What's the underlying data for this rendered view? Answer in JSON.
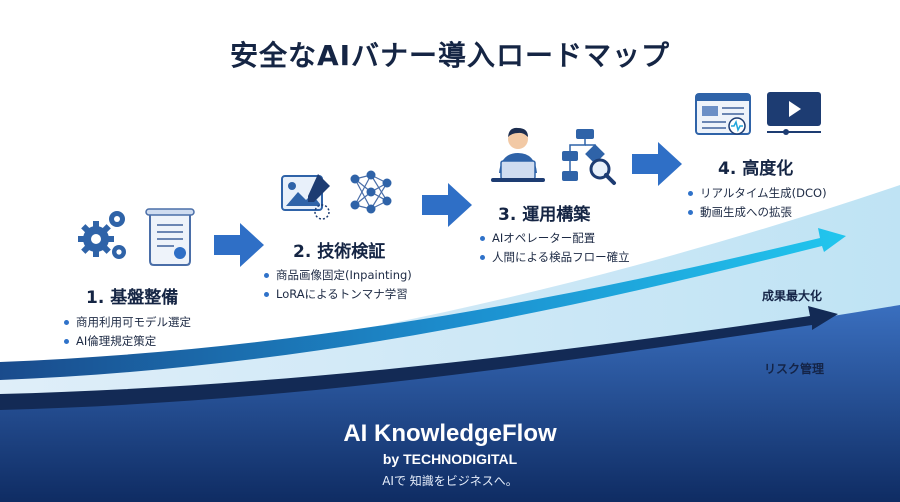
{
  "title": "安全なAIバナー導入ロードマップ",
  "steps": [
    {
      "title": "1. 基盤整備",
      "bullets": [
        "商用利用可モデル選定",
        "AI倫理規定策定"
      ],
      "icons": [
        "gears-icon",
        "document-scroll-icon"
      ]
    },
    {
      "title": "2. 技術検証",
      "bullets": [
        "商品画像固定(Inpainting)",
        "LoRAによるトンマナ学習"
      ],
      "icons": [
        "image-edit-icon",
        "neural-network-icon"
      ]
    },
    {
      "title": "3. 運用構築",
      "bullets": [
        "AIオペレーター配置",
        "人間による検品フロー確立"
      ],
      "icons": [
        "operator-laptop-icon",
        "flowchart-inspect-icon"
      ]
    },
    {
      "title": "4. 高度化",
      "bullets": [
        "リアルタイム生成(DCO)",
        "動画生成への拡張"
      ],
      "icons": [
        "analytics-window-icon",
        "video-player-icon"
      ]
    }
  ],
  "bands": {
    "upper": "成果最大化",
    "lower": "リスク管理"
  },
  "footer": {
    "brand": "AI KnowledgeFlow",
    "by": "by TECHNODIGITAL",
    "tagline": "AIで 知識をビジネスへ。"
  },
  "colors": {
    "navy": "#152544",
    "accent_blue": "#2f6fc6",
    "cyan": "#21c4ec",
    "band_navy": "#132a55"
  }
}
